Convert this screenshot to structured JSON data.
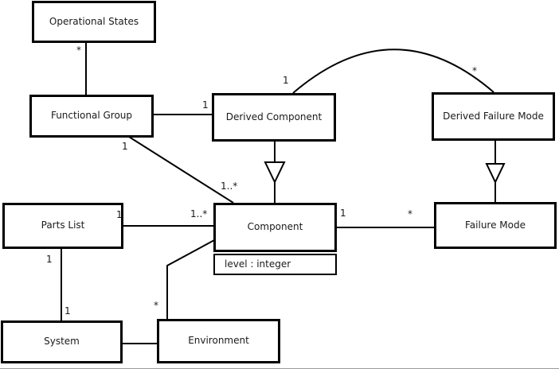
{
  "diagram": {
    "type": "uml-class-diagram",
    "colors": {
      "background": "#ffffff",
      "line": "#000000",
      "text": "#1a1a1a"
    },
    "classes": {
      "operational_states": {
        "name": "Operational States"
      },
      "functional_group": {
        "name": "Functional Group"
      },
      "derived_component": {
        "name": "Derived Component"
      },
      "derived_failure_mode": {
        "name": "Derived Failure Mode"
      },
      "parts_list": {
        "name": "Parts List"
      },
      "component": {
        "name": "Component",
        "attribute": "level : integer"
      },
      "failure_mode": {
        "name": "Failure Mode"
      },
      "system": {
        "name": "System"
      },
      "environment": {
        "name": "Environment"
      }
    },
    "multiplicities": {
      "os_fg": "*",
      "fg_dc": "1",
      "fg_comp_src": "1",
      "fg_comp_dst": "1..*",
      "dc_dfm_src": "1",
      "dc_dfm_dst": "*",
      "pl_comp_src": "1",
      "pl_comp_dst": "1..*",
      "comp_fm_src": "1",
      "comp_fm_dst": "*",
      "pl_sys_src": "1",
      "pl_sys_dst": "1",
      "env_comp": "*"
    },
    "relationships": [
      {
        "from": "Operational States",
        "to": "Functional Group",
        "type": "association",
        "from_label": "*"
      },
      {
        "from": "Functional Group",
        "to": "Derived Component",
        "type": "association",
        "to_label": "1"
      },
      {
        "from": "Functional Group",
        "to": "Component",
        "type": "association",
        "from_label": "1",
        "to_label": "1..*"
      },
      {
        "from": "Derived Component",
        "to": "Derived Failure Mode",
        "type": "association",
        "from_label": "1",
        "to_label": "*"
      },
      {
        "from": "Derived Component",
        "to": "Component",
        "type": "generalization"
      },
      {
        "from": "Derived Failure Mode",
        "to": "Failure Mode",
        "type": "generalization"
      },
      {
        "from": "Parts List",
        "to": "Component",
        "type": "association",
        "from_label": "1",
        "to_label": "1..*"
      },
      {
        "from": "Component",
        "to": "Failure Mode",
        "type": "association",
        "from_label": "1",
        "to_label": "*"
      },
      {
        "from": "Parts List",
        "to": "System",
        "type": "association",
        "from_label": "1",
        "to_label": "1"
      },
      {
        "from": "System",
        "to": "Environment",
        "type": "association"
      },
      {
        "from": "Environment",
        "to": "Component",
        "type": "association",
        "from_label": "*"
      }
    ]
  }
}
